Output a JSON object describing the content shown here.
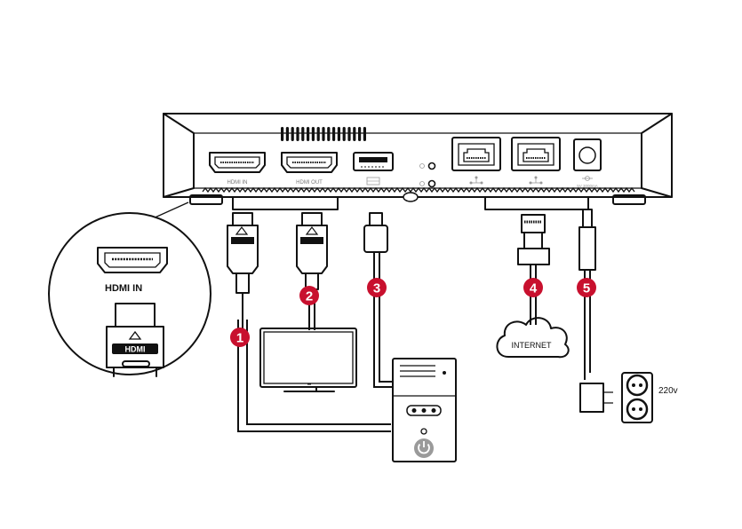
{
  "colors": {
    "badge": "#c8102e",
    "line": "#111111",
    "device_bg": "#ffffff",
    "power_button": "#9a9a9a"
  },
  "device": {
    "ports": {
      "hdmi_in_label": "HDMI IN",
      "hdmi_out_label": "HDMI OUT",
      "dc_label": "5V 3000mA"
    }
  },
  "zoom": {
    "hdmi_label": "HDMI IN",
    "plug_label": "HDMI"
  },
  "badges": [
    {
      "number": "1"
    },
    {
      "number": "2"
    },
    {
      "number": "3"
    },
    {
      "number": "4"
    },
    {
      "number": "5"
    }
  ],
  "cloud_label": "INTERNET",
  "voltage_label": "220v",
  "icons": {
    "computer_power": "power-icon",
    "network": "ethernet-icon",
    "outlet": "power-outlet-icon"
  }
}
